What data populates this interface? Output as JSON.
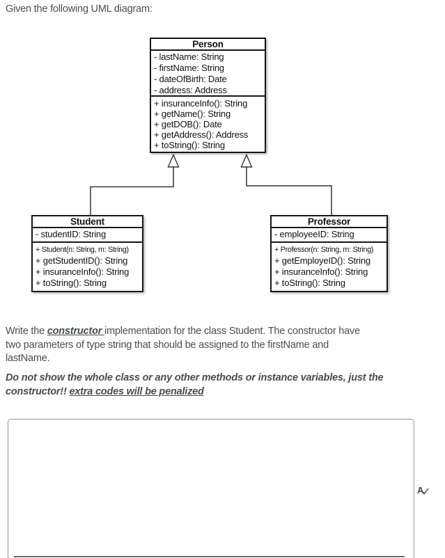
{
  "colors": {
    "body_text": "#494c4e",
    "uml_text": "#111111",
    "uml_border": "#161616",
    "connector": "#333333",
    "editor_border": "#909497",
    "bottom_bar": "#686b6e"
  },
  "page": {
    "intro": "Given the following UML diagram:",
    "question": {
      "line1_pre": "Write the ",
      "line1_emphasis": "constructor ",
      "line1_post": "implementation for the class Student. The constructor have",
      "line2": "two parameters of type string that should be assigned to the firstName and",
      "line3": "lastName."
    },
    "note": {
      "line1": "Do not show the whole class or any other methods or instance variables, just the",
      "line2_pre": "constructor!! ",
      "line2_underlined": "extra codes will be penalized"
    },
    "answer_box": {
      "value": "",
      "placeholder": ""
    },
    "accessibility_icon": {
      "letter": "A",
      "check": "✓"
    }
  },
  "uml": {
    "person": {
      "title": "Person",
      "attributes": [
        "- lastName: String",
        "- firstName: String",
        "- dateOfBirth: Date",
        "- address: Address"
      ],
      "methods": [
        "+ insuranceInfo(): String",
        "+ getName(): String",
        "+ getDOB(): Date",
        "+ getAddress(): Address",
        "+ toString(): String"
      ]
    },
    "student": {
      "title": "Student",
      "attributes": [
        "- studentID: String"
      ],
      "methods": [
        "+ Student(n: String, m: String)",
        "+ getStudentID(): String",
        "+ insuranceInfo(): String",
        "+ toString(): String"
      ]
    },
    "professor": {
      "title": "Professor",
      "attributes": [
        "- employeeID: String"
      ],
      "methods": [
        "+ Professor(n: String, m: String)",
        "+ getEmployeID(): String",
        "+ insuranceInfo(): String",
        "+ toString(): String"
      ]
    }
  }
}
